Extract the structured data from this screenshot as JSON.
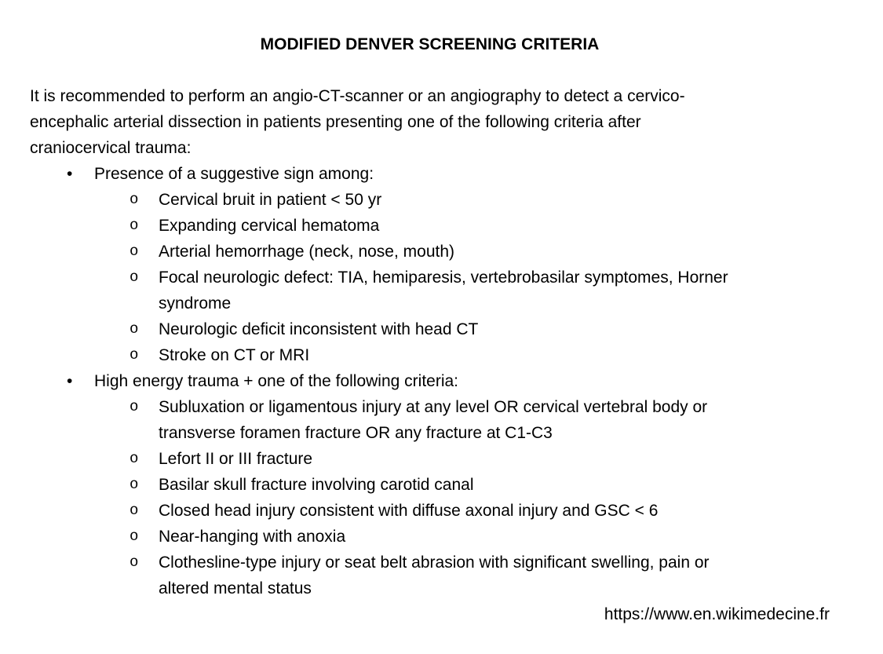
{
  "document": {
    "title": "MODIFIED DENVER SCREENING CRITERIA",
    "intro": "It is recommended to perform an angio-CT-scanner or an angiography to detect a cervico-\nencephalic arterial dissection in patients presenting one of the following criteria after\ncraniocervical trauma:",
    "bullet_char": "•",
    "sub_bullet_char": "o",
    "sections": [
      {
        "heading": "Presence of a suggestive sign among:",
        "items": [
          "Cervical bruit in patient < 50 yr",
          "Expanding cervical hematoma",
          "Arterial hemorrhage (neck, nose, mouth)",
          "Focal neurologic defect: TIA, hemiparesis, vertebrobasilar symptomes, Horner\nsyndrome",
          "Neurologic deficit inconsistent with head CT",
          "Stroke on CT or MRI"
        ]
      },
      {
        "heading": "High energy trauma + one of the following criteria:",
        "items": [
          "Subluxation or ligamentous injury at any level OR cervical vertebral body or\ntransverse foramen fracture OR any fracture at C1-C3",
          "Lefort II or III fracture",
          "Basilar skull fracture involving carotid canal",
          "Closed head injury consistent with diffuse axonal injury and GSC < 6",
          "Near-hanging with anoxia",
          "Clothesline-type injury or seat belt abrasion with significant swelling, pain or\naltered mental status"
        ]
      }
    ],
    "footer": {
      "source_url": "https://www.en.wikimedecine.fr"
    }
  }
}
